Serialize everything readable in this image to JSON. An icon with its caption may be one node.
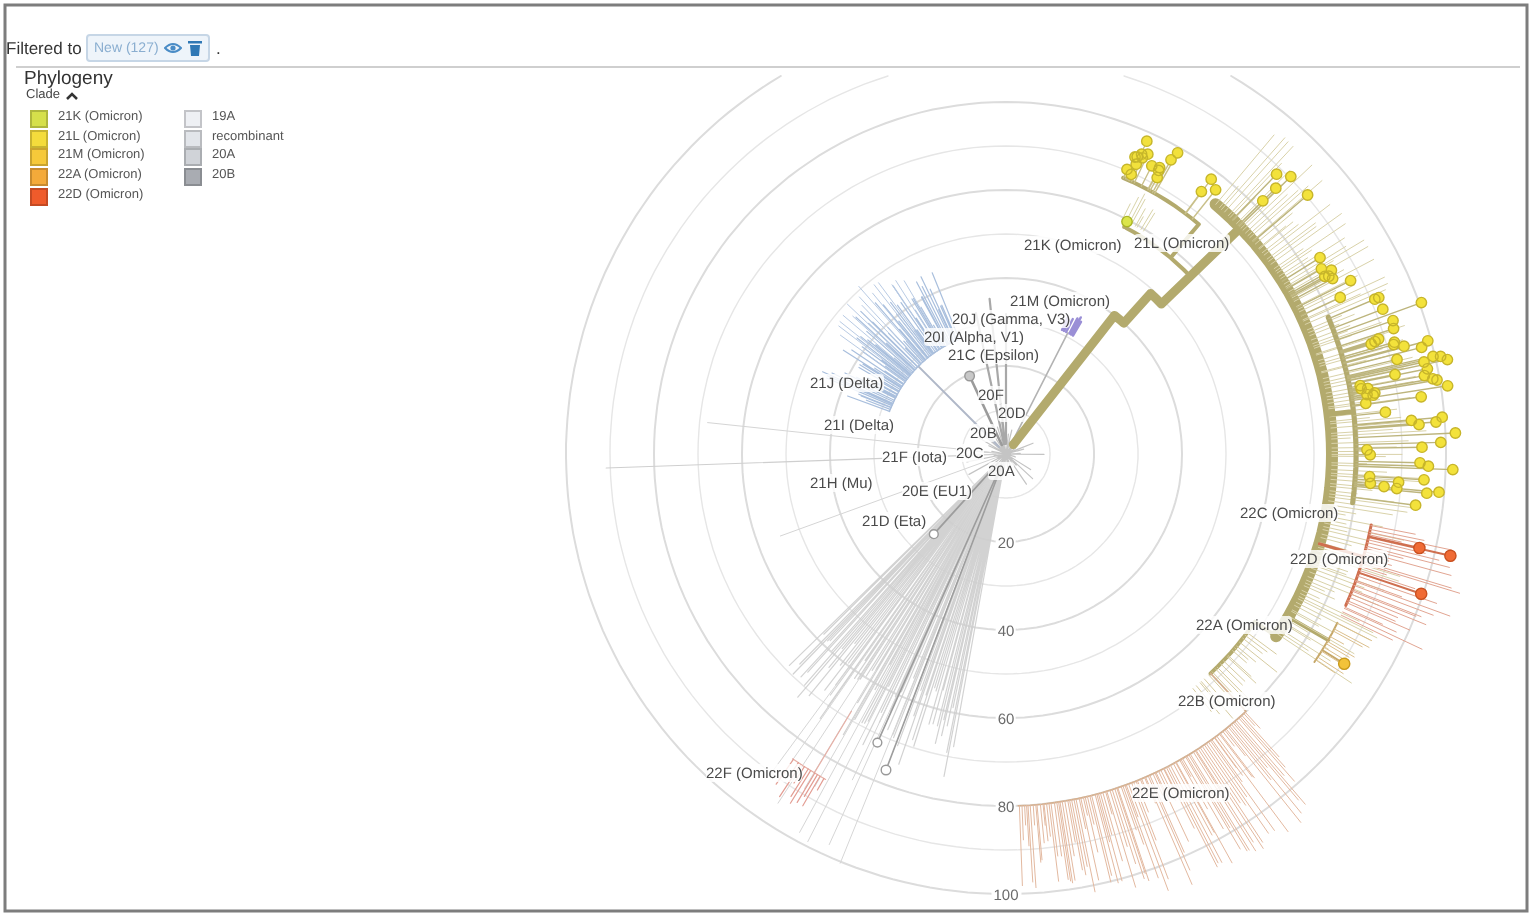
{
  "diagram": {
    "title": "Phylogeny",
    "nodes": [
      {
        "text": [
          "New (127)"
        ]
      }
    ],
    "labels": [
      "Filtered to",
      ".",
      "Clade",
      "21K (Omicron)",
      "21L (Omicron)",
      "21M (Omicron)",
      "20J (Gamma, V3)",
      "20I (Alpha, V1)",
      "21C (Epsilon)",
      "21J (Delta)",
      "20F",
      "20D",
      "21I (Delta)",
      "20B",
      "21F (Iota)",
      "20C",
      "20A",
      "21H (Mu)",
      "20E (EU1)",
      "22C (Omicron)",
      "21D (Eta)",
      "20",
      "22D (Omicron)",
      "22A (Omicron)",
      "40",
      "22B (Omicron)",
      "60",
      "22F (Omicron)",
      "22E (Omicron)",
      "80",
      "100"
    ],
    "legend": [
      {
        "text": "21K (Omicron)",
        "color": "#d6e04b"
      },
      {
        "text": "21L (Omicron)",
        "color": "#f4dc3c"
      },
      {
        "text": "21M (Omicron)",
        "color": "#f6c93a"
      },
      {
        "text": "22A (Omicron)",
        "color": "#f4aa3a"
      },
      {
        "text": "22D (Omicron)",
        "color": "#ef5b2b"
      },
      {
        "text": "19A",
        "color": "#eef0f4"
      },
      {
        "text": "recombinant",
        "color": "#e2e5ea"
      },
      {
        "text": "20A",
        "color": "#d0d3d8"
      },
      {
        "text": "20B",
        "color": "#a9acb2"
      }
    ]
  }
}
